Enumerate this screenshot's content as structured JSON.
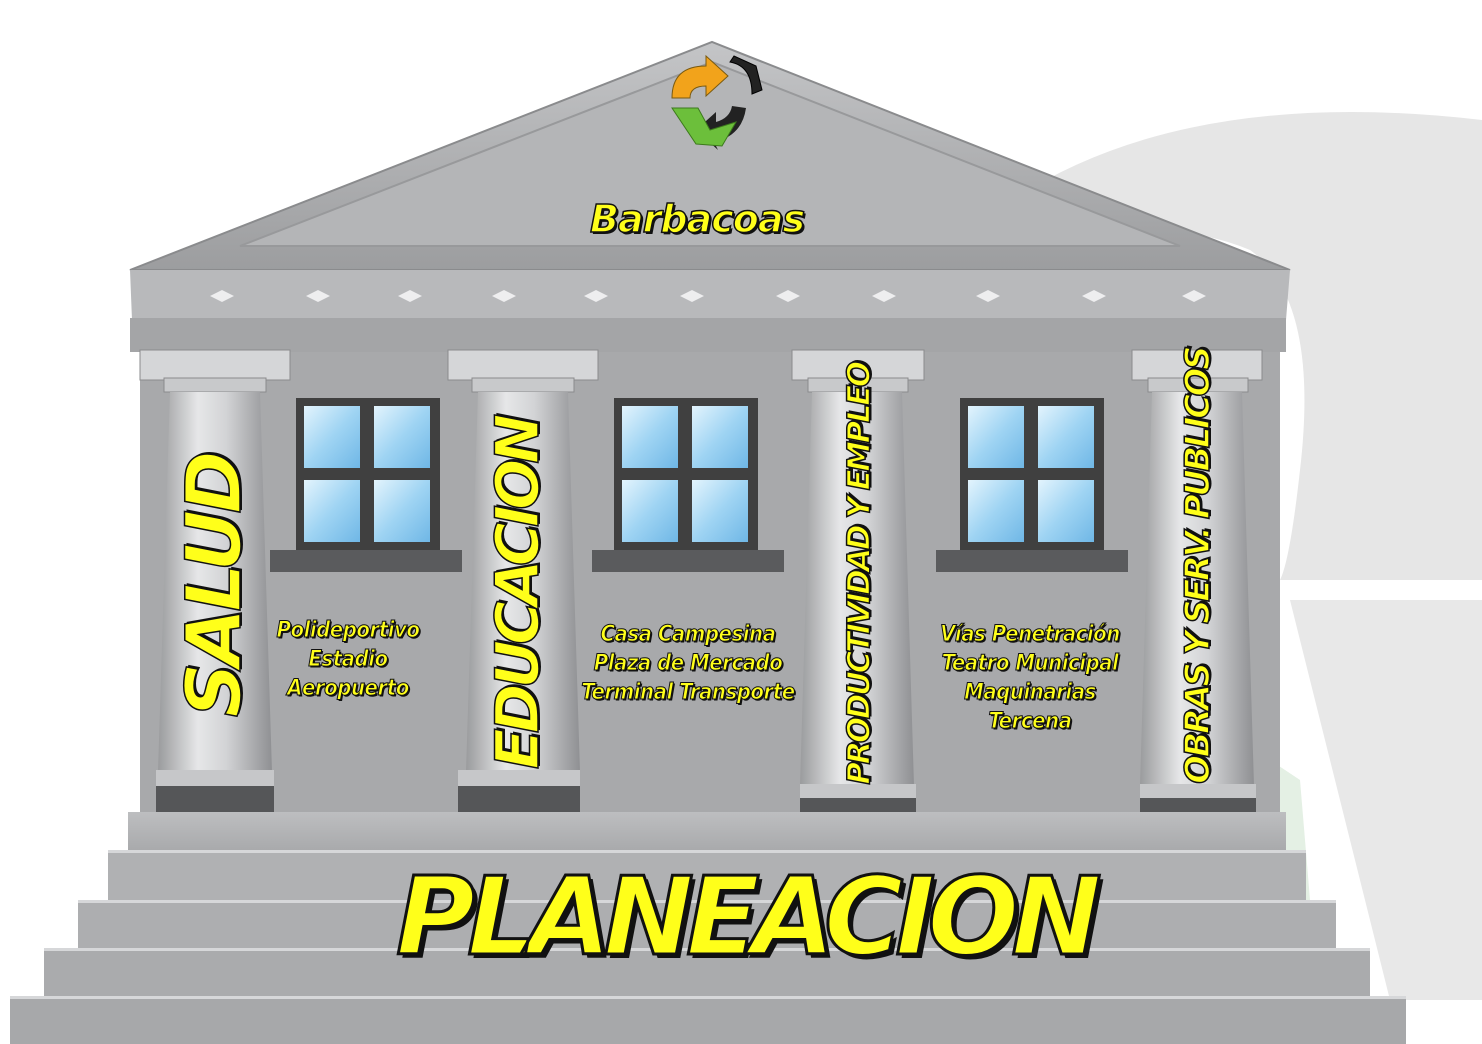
{
  "building": {
    "name": "Barbacoas",
    "base_label": "PLANEACION"
  },
  "pillars": [
    {
      "label": "SALUD"
    },
    {
      "label": "EDUCACION"
    },
    {
      "label": "PRODUCTIVIDAD Y EMPLEO"
    },
    {
      "label": "OBRAS Y SERV. PUBLICOS"
    }
  ],
  "projects": {
    "group1": [
      "Polideportivo",
      "Estadio",
      "Aeropuerto"
    ],
    "group2": [
      "Casa Campesina",
      "Plaza de Mercado",
      "Terminal Transporte"
    ],
    "group3": [
      "Vías Penetración",
      "Teatro Municipal",
      "Maquinarias",
      "Tercena"
    ]
  },
  "logo": {
    "icon": "recycle-arrows-logo-icon",
    "colors": [
      "#f2a31b",
      "#6cbf3b",
      "#222222"
    ]
  },
  "colors": {
    "label_fill": "#ffff1a",
    "label_outline": "#111111",
    "glass": "#a9d8f5"
  }
}
